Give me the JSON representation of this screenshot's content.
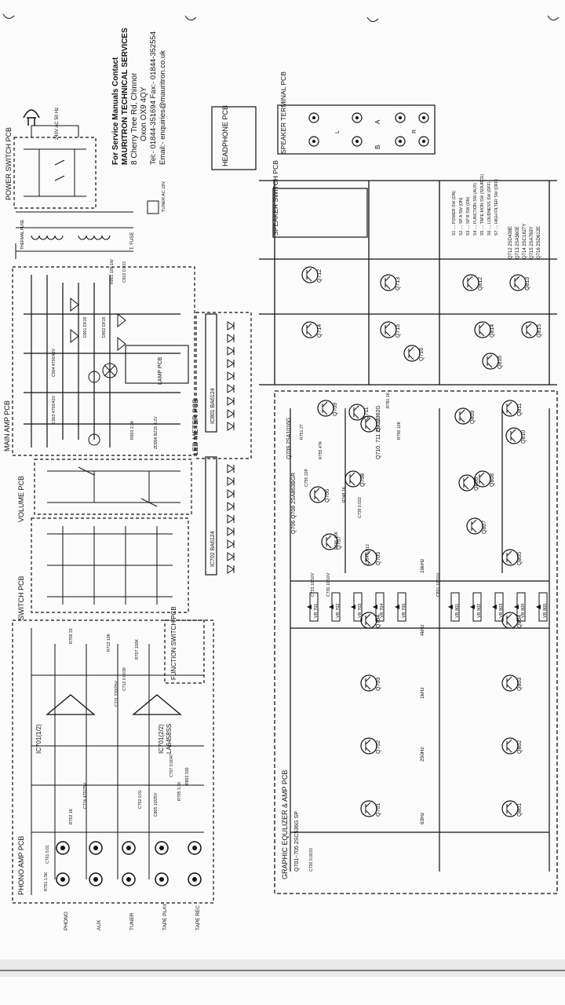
{
  "contact": {
    "line1": "For Service Manuals Contact",
    "line2": "MAURITRON TECHNICAL SERVICES",
    "line3": "8 Cherry Tree Rd, Chinnor",
    "line4": "Oxon OX9 4QY",
    "line5": "Tel:- 01844-351694 Fax:- 01844-352554",
    "line6": "Email:- enquiries@mauritron.co.uk"
  },
  "boards": {
    "power_switch": "POWER SWITCH PCB",
    "main_amp": "MAIN AMP PCB",
    "volume": "VOLUME PCB",
    "switch": "SWITCH PCB",
    "phono_amp": "PHONO AMP PCB",
    "headphone": "HEADPHONE PCB",
    "speaker_terminal": "SPEAKER TERMINAL PCB",
    "speaker_switch": "SPEAKER SWITCH PCB",
    "led_meter": "LED METER PCB",
    "function_switch": "FUNCTION SWITCH PCB",
    "graphic_eq": "GRAPHIC EQULIZER & AMP PCB",
    "lamp": "LAMP PCB"
  },
  "ics": {
    "ic701a": "IC701(1/2)",
    "ic701b": "IC701(2/2)",
    "ic701_part": "LA6458SS",
    "ic801": "IC801 BA6124",
    "ic702": "IC702 BA6124"
  },
  "inputs": [
    "PHONO",
    "AUX",
    "TUNER",
    "TAPE PLAY",
    "TAPE REC"
  ],
  "power": {
    "mains": "240V AC 50 Hz",
    "thermal_fuse": "THERMAL FUSE",
    "tuner_ac": "TUNER AC 18V",
    "fuse": "T. FUSE"
  },
  "switch_legend": [
    "S1 .... POWER SW (ON)",
    "S2 .... SP A SW (ON)",
    "S3 .... SP B SW (ON)",
    "S4 .... FUNCTION SW (AUX)",
    "S5 .... TAPE MON SW (SOURCE)",
    "S6 .... LOUDNESS SW (OFF)",
    "S7 .... HIGH FILTER SW (OFF)"
  ],
  "transistor_legend": [
    "Q712  2SD438E",
    "Q713  2SA560E",
    "Q714  2SC1827Y",
    "Q715  2SA769Y",
    "Q716  2SD612E"
  ],
  "eq_transistors": {
    "list": "Q701~705 2SC536G SP",
    "q709": "Q709 2SA1016G",
    "q710_711": "Q710, 711 2SC2362G",
    "q706_708": "Q706 Q708 2SA863BGR"
  },
  "eq_freqs": [
    "63Hz",
    "250Hz",
    "1kHz",
    "4kHz",
    "16kHz"
  ],
  "eq_q_upper": [
    "Q701",
    "Q702",
    "Q703",
    "Q704",
    "Q705"
  ],
  "eq_q_lower": [
    "Q801",
    "Q802",
    "Q803",
    "Q804",
    "Q805"
  ],
  "amp_q_labels": [
    "Q712",
    "Q713",
    "Q714",
    "Q715",
    "Q716",
    "Q812",
    "Q813",
    "Q814",
    "Q815",
    "Q816"
  ],
  "drive_q_labels": [
    "Q706",
    "Q707",
    "Q708",
    "Q709",
    "Q710",
    "Q711",
    "Q806",
    "Q807",
    "Q808",
    "Q809",
    "Q810",
    "Q811"
  ],
  "speaker_terminals": [
    "A",
    "B",
    "L",
    "R"
  ],
  "parts": [
    "R701 1.5K",
    "C701 0.01",
    "R702 1K",
    "C716 470/25V",
    "R709 33",
    "R712 10K",
    "C711 220/25V",
    "C712 0.0039",
    "R707 100K",
    "C702 0.01",
    "R705 3.3K",
    "C707 0.0047",
    "R803 330",
    "C805 10/25V",
    "R901 100 1W",
    "C912 0.033",
    "C903 4700/42V",
    "C904 4700/42V",
    "D901 DF15",
    "D902 DF15",
    "R903 2.2K",
    "ZD906 BZ15 8.2V",
    "R751 27",
    "C755 22P",
    "R755 47K",
    "R781 1K",
    "R790 10K",
    "C733 10/16V",
    "C730 10/16V",
    "C831 10/16V",
    "R748 1K",
    "R746 15K",
    "C739 0.022",
    "C734 0.012",
    "C720 0.0033"
  ],
  "vr_labels": [
    "VR 701",
    "VR 702",
    "VR 703",
    "VR 704",
    "VR 705",
    "VR 801",
    "VR 802",
    "VR 803",
    "VR 804",
    "VR 805"
  ]
}
